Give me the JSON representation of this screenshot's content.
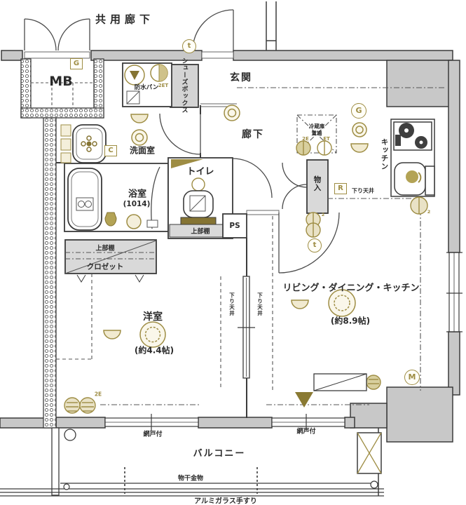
{
  "plan": {
    "area_top": "共用廊下",
    "mb": "MB",
    "genkan": "玄関",
    "hallway": "廊下",
    "shoebox": "シューズボックス",
    "laundry_pan": "防水パン",
    "washroom": "洗面室",
    "bathroom": "浴室",
    "bathroom_size": "(1014)",
    "toilet": "トイレ",
    "shelf": "上部棚",
    "ps": "PS",
    "storage": "物入",
    "fridge_line1": "冷蔵庫",
    "fridge_line2": "置場",
    "kitchen": "キッチン",
    "ldk": "リビング・ダイニング・キッチン",
    "ldk_size": "(約8.9帖)",
    "western_room": "洋室",
    "western_room_size": "(約4.4帖)",
    "closet": "クロゼット",
    "balcony": "バルコニー",
    "lowered_ceiling": "下り天井",
    "screen_door": "網戸付",
    "drying_fixture": "物干金物",
    "railing": "アルミガラス手すり"
  },
  "markers": {
    "g_box": "G",
    "c_box": "C",
    "r_box": "R",
    "g_circle": "G",
    "m_circle": "M",
    "t_circle": "t",
    "outlet_2e": "2E",
    "outlet_2et": "2ET",
    "outlet_et": "ET",
    "sub2": "2"
  },
  "colors": {
    "wall_gray": "#c8c8c8",
    "box_gray": "#d9d9d9",
    "line": "#3b3b3b",
    "symbol": "#9e8d44",
    "symbol_fill": "#efe7cc",
    "symbol_dark": "#857433"
  }
}
